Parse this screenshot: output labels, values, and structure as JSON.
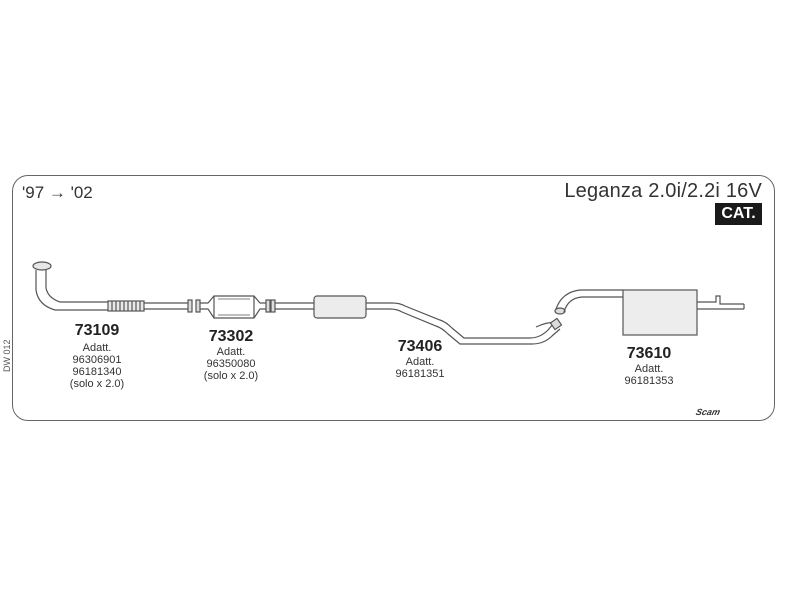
{
  "header": {
    "years": "'97 → '02",
    "model": "Leganza 2.0i/2.2i 16V",
    "badge": "CAT."
  },
  "side_code": "DW 012",
  "brand": "Scam",
  "parts": [
    {
      "code": "73109",
      "notes": [
        "Adatt.",
        "96306901",
        "96181340",
        "(solo x 2.0)"
      ]
    },
    {
      "code": "73302",
      "notes": [
        "Adatt.",
        "96350080",
        "(solo x 2.0)"
      ]
    },
    {
      "code": "73406",
      "notes": [
        "Adatt.",
        "96181351"
      ]
    },
    {
      "code": "73610",
      "notes": [
        "Adatt.",
        "96181353"
      ]
    }
  ]
}
